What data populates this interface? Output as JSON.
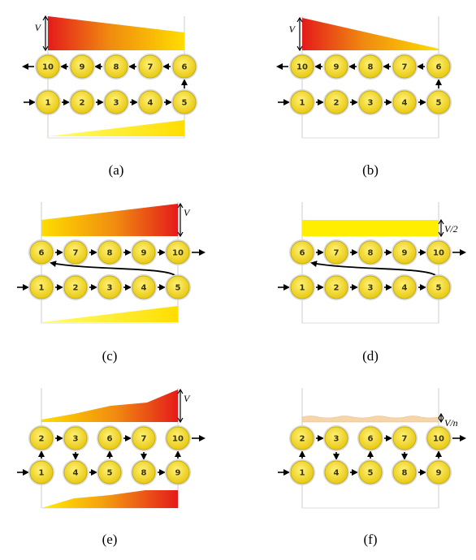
{
  "panels": [
    {
      "id": "a",
      "label": "(a)",
      "v_label": "V",
      "top_row": [
        "10",
        "9",
        "8",
        "7",
        "6"
      ],
      "bottom_row": [
        "1",
        "2",
        "3",
        "4",
        "5"
      ],
      "flow": "u-turn"
    },
    {
      "id": "b",
      "label": "(b)",
      "v_label": "V",
      "top_row": [
        "10",
        "9",
        "8",
        "7",
        "6"
      ],
      "bottom_row": [
        "1",
        "2",
        "3",
        "4",
        "5"
      ],
      "flow": "u-turn"
    },
    {
      "id": "c",
      "label": "(c)",
      "v_label": "V",
      "top_row": [
        "6",
        "7",
        "8",
        "9",
        "10"
      ],
      "bottom_row": [
        "1",
        "2",
        "3",
        "4",
        "5"
      ],
      "flow": "z-return"
    },
    {
      "id": "d",
      "label": "(d)",
      "v_label": "V/2",
      "top_row": [
        "6",
        "7",
        "8",
        "9",
        "10"
      ],
      "bottom_row": [
        "1",
        "2",
        "3",
        "4",
        "5"
      ],
      "flow": "z-return"
    },
    {
      "id": "e",
      "label": "(e)",
      "v_label": "V",
      "top_row": [
        "2",
        "3",
        "6",
        "7",
        "10"
      ],
      "bottom_row": [
        "1",
        "4",
        "5",
        "8",
        "9"
      ],
      "flow": "serpentine"
    },
    {
      "id": "f",
      "label": "(f)",
      "v_label": "V/n",
      "top_row": [
        "2",
        "3",
        "6",
        "7",
        "10"
      ],
      "bottom_row": [
        "1",
        "4",
        "5",
        "8",
        "9"
      ],
      "flow": "serpentine"
    }
  ],
  "colors": {
    "node_fill": "#f2dc2a",
    "node_ring": "#cfcfcf",
    "gradient_red": "#e41b1b",
    "gradient_orange": "#f08a10",
    "gradient_yellow": "#ffee00",
    "arrow": "#000000",
    "axis": "#cccccc"
  }
}
